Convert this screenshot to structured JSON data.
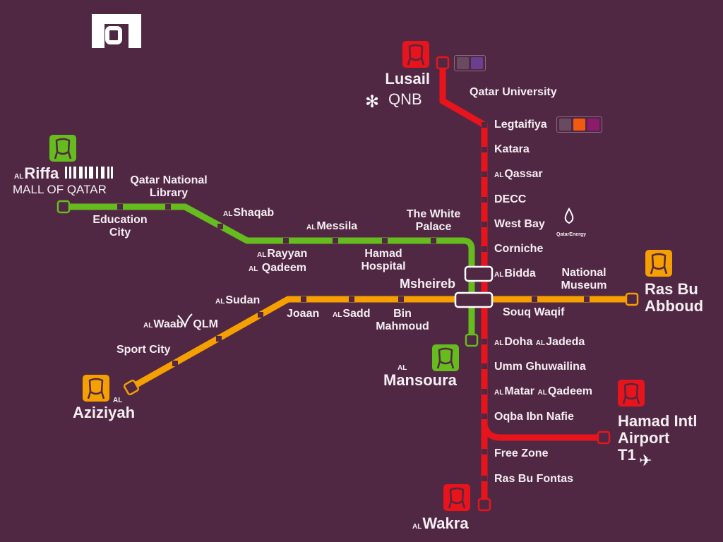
{
  "colors": {
    "background": "#512843",
    "red_line": "#e8141c",
    "green_line": "#66bb1e",
    "gold_line": "#f5a000",
    "text": "#f4eef2"
  },
  "sponsors": {
    "lusail": "QNB",
    "riffa": "MALL OF QATAR",
    "waab": "QLM",
    "west_bay": "QatarEnergy"
  },
  "prefix": "AL",
  "red_line": {
    "north_terminus": "Lusail",
    "stations": [
      "Qatar University",
      "Legtaifiya",
      "Katara",
      "Qassar",
      "DECC",
      "West Bay",
      "Corniche",
      "Bidda",
      "Msheireb",
      "Doha",
      "Jadeda",
      "Umm Ghuwailina",
      "Matar",
      "Qadeem",
      "Oqba Ibn Nafie",
      "Free Zone",
      "Ras Bu Fontas"
    ],
    "south_terminus": "Wakra",
    "airport_terminus": [
      "Hamad Intl",
      "Airport",
      "T1"
    ]
  },
  "green_line": {
    "west_terminus": "Riffa",
    "stations": [
      "Education",
      "City",
      "Qatar National",
      "Library",
      "Shaqab",
      "Rayyan",
      "Qadeem",
      "Messila",
      "Hamad",
      "Hospital",
      "The White",
      "Palace"
    ],
    "east_terminus": "Mansoura"
  },
  "gold_line": {
    "west_terminus": "Aziziyah",
    "stations": [
      "Sport City",
      "Waab",
      "Sudan",
      "Joaan",
      "Sadd",
      "Bin",
      "Mahmoud",
      "Souq Waqif",
      "National",
      "Museum"
    ],
    "east_terminus": [
      "Ras Bu",
      "Abboud"
    ]
  }
}
